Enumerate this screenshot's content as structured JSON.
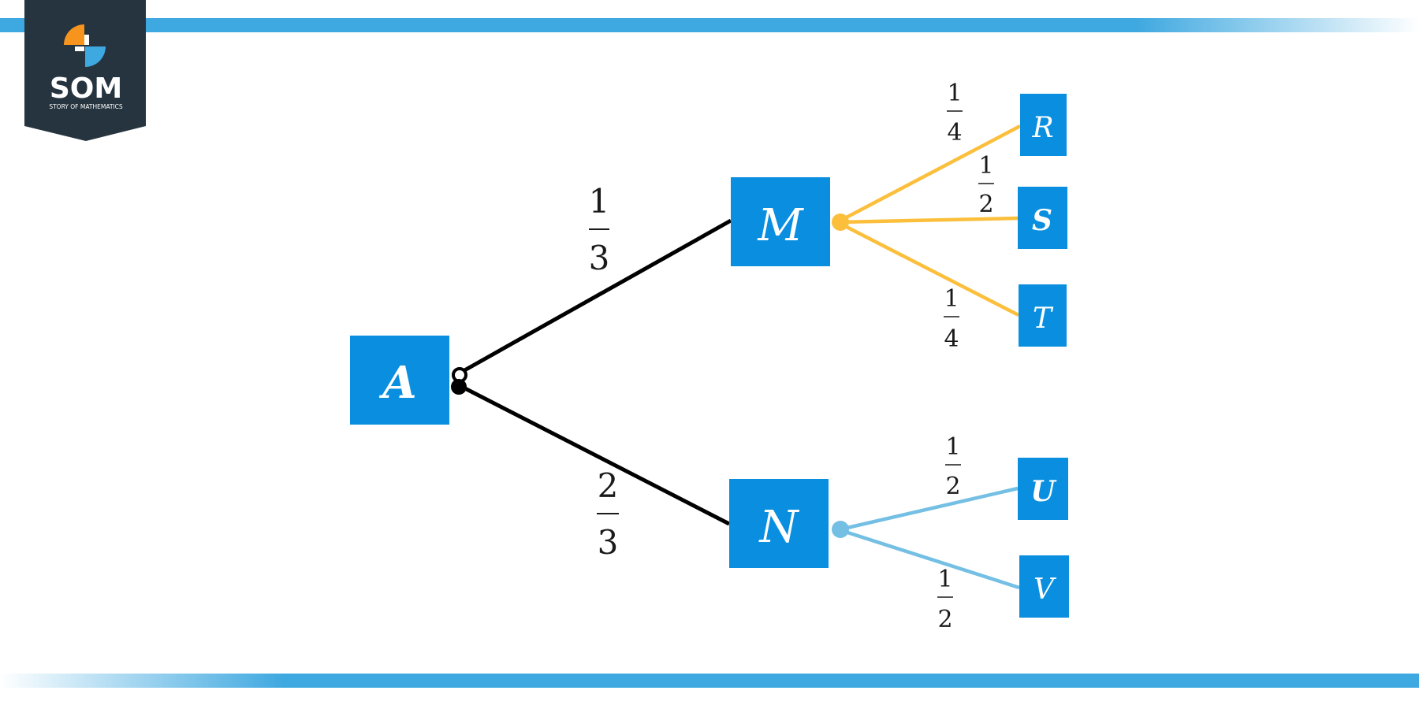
{
  "brand": {
    "name": "SOM",
    "tagline": "STORY OF MATHEMATICS",
    "badge_color": "#26343f",
    "accent_orange": "#f7941d",
    "accent_blue": "#3ea8e0",
    "stripe_color": "#3ea8e0"
  },
  "colors": {
    "node_fill": "#0a8fe0",
    "root_edge": "#000000",
    "m_edge": "#fbbf3c",
    "n_edge": "#74bfe4"
  },
  "nodes": {
    "A": "A",
    "M": "M",
    "N": "N",
    "R": "R",
    "S": "S",
    "T": "T",
    "U": "U",
    "V": "V"
  },
  "edges": {
    "A_M": {
      "num": "1",
      "den": "3"
    },
    "A_N": {
      "num": "2",
      "den": "3"
    },
    "M_R": {
      "num": "1",
      "den": "4"
    },
    "M_S": {
      "num": "1",
      "den": "2"
    },
    "M_T": {
      "num": "1",
      "den": "4"
    },
    "N_U": {
      "num": "1",
      "den": "2"
    },
    "N_V": {
      "num": "1",
      "den": "2"
    }
  }
}
